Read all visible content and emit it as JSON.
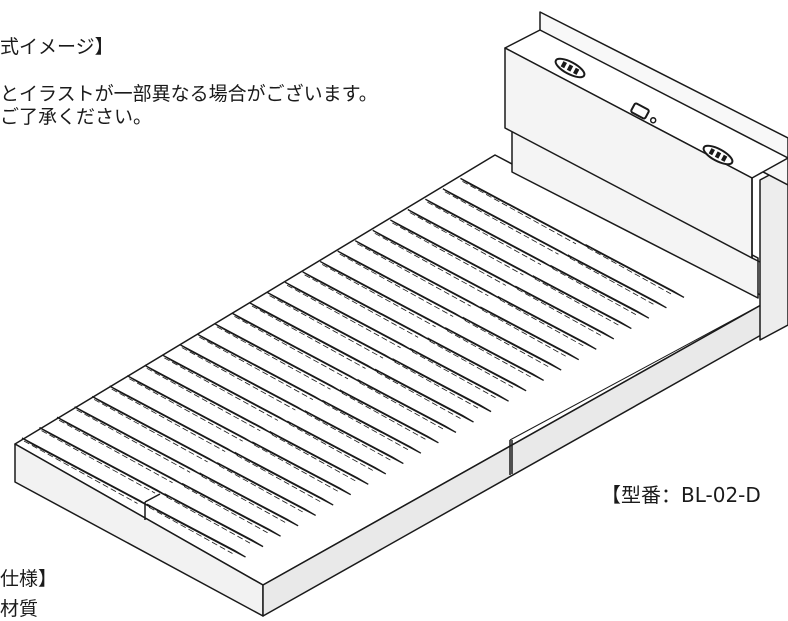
{
  "header_note": {
    "title": "式イメージ】",
    "line1": "とイラストが一部異なる場合がございます。",
    "line2": "ご了承ください。"
  },
  "model_label": "【型番：BL-02-D",
  "spec": {
    "heading": "仕様】",
    "material": "材質"
  },
  "colors": {
    "stroke": "#1a1a1a",
    "panel_fill": "#f2f2f2",
    "top_fill": "#ffffff",
    "slat_fill": "#ffffff"
  },
  "illustration": {
    "subject": "bed-frame-with-headboard",
    "icons": [
      "outlet-icon",
      "usb-port-icon",
      "outlet-icon"
    ]
  }
}
